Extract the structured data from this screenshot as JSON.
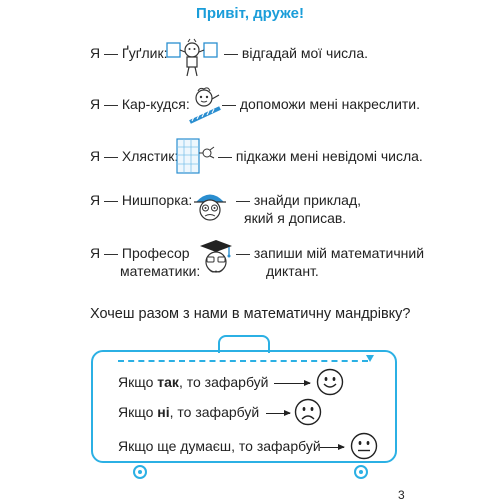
{
  "header": {
    "title": "Привіт, друже!"
  },
  "characters": [
    {
      "intro": "Я — Ґуґлик:",
      "task": "— відгадай мої числа.",
      "icon": "guglyk-icon"
    },
    {
      "intro": "Я — Кар-кудся:",
      "task": "— допоможи мені накреслити.",
      "icon": "karkusia-icon"
    },
    {
      "intro": "Я — Хлястик:",
      "task": "— підкажи мені невідомі числа.",
      "icon": "khliastyk-icon"
    },
    {
      "intro": "Я — Нишпорка:",
      "task_line1": "— знайди приклад,",
      "task_line2": "який я дописав.",
      "icon": "nyshporka-icon"
    },
    {
      "intro_line1": "Я — Професор",
      "intro_line2": "математики:",
      "task_line1": "— запиши мій математичний",
      "task_line2": "диктант.",
      "icon": "professor-icon"
    }
  ],
  "question": "Хочеш разом з нами в математичну мандрівку?",
  "suitcase": {
    "rows": [
      {
        "prefix": "Якщо ",
        "bold": "так",
        "suffix": ", то зафарбуй",
        "face": "smiley-happy-icon"
      },
      {
        "prefix": "Якщо ",
        "bold": "ні",
        "suffix": ", то зафарбуй",
        "face": "smiley-sad-icon"
      },
      {
        "prefix": "Якщо ще думаєш, то зафарбуй",
        "bold": "",
        "suffix": "",
        "face": "smiley-neutral-icon"
      }
    ]
  },
  "page_number": "3",
  "colors": {
    "accent": "#1a9dd9",
    "suitcase_border": "#2bb0e4"
  }
}
